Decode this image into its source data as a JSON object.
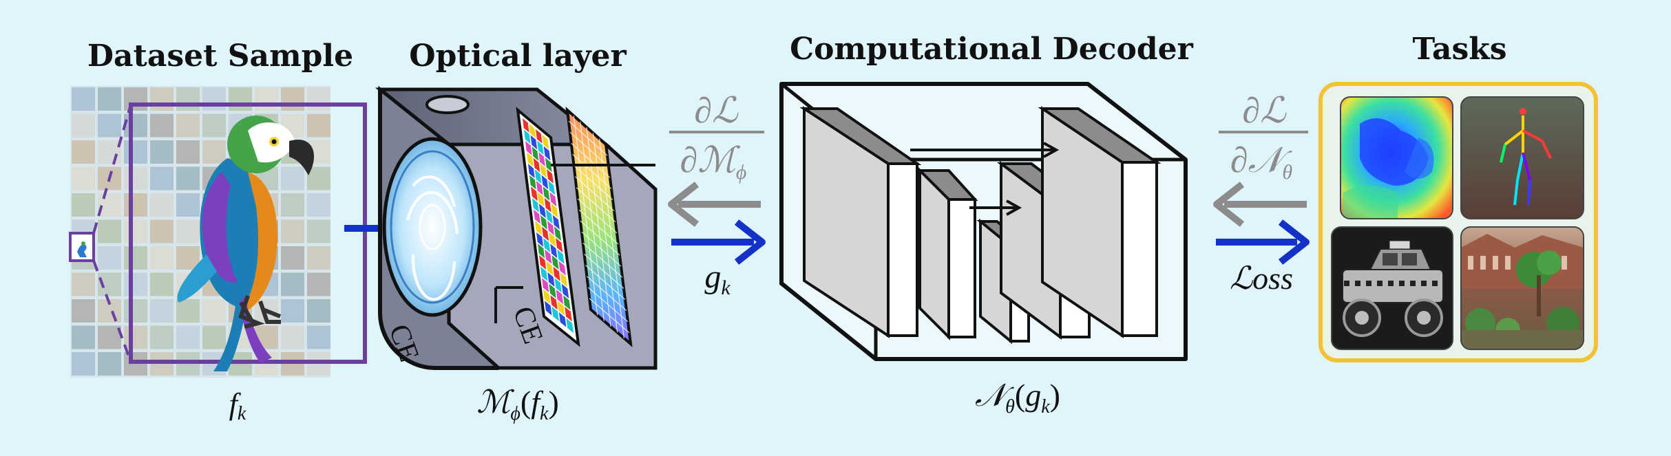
{
  "sections": {
    "dataset": {
      "title": "Dataset Sample",
      "var_main": "f",
      "var_sub": "k"
    },
    "optical": {
      "title": "Optical layer",
      "ce_left": "CE",
      "ce_right": "CE",
      "label_main": "ℳ",
      "label_sub": "ϕ",
      "label_arg": "(",
      "label_arg_var": "f",
      "label_arg_sub": "k",
      "label_close": ")"
    },
    "decoder": {
      "title": "Computational Decoder",
      "label_main": "𝒩",
      "label_sub": "θ",
      "label_arg": "(",
      "label_arg_var": "g",
      "label_arg_sub": "k",
      "label_close": ")"
    },
    "tasks": {
      "title": "Tasks"
    }
  },
  "arrows": {
    "grad_optical": {
      "num": "∂ℒ",
      "den": "∂ℳ",
      "den_sub": "ϕ"
    },
    "forward_optical": {
      "var": "g",
      "sub": "k"
    },
    "grad_decoder": {
      "num": "∂ℒ",
      "den": "∂𝒩",
      "den_sub": "θ"
    },
    "forward_decoder": {
      "label": "ℒoss"
    }
  },
  "task_tiles": {
    "depth": "depth-map",
    "pose": "pose-estimation",
    "classification": "taxi-truck",
    "scene": "scene-image"
  },
  "colors": {
    "background": "#e0f4fb",
    "purple": "#6b3fa0",
    "forward_arrow": "#1432c8",
    "gradient_arrow": "#8c8c8c",
    "tasks_border": "#f2c232"
  }
}
